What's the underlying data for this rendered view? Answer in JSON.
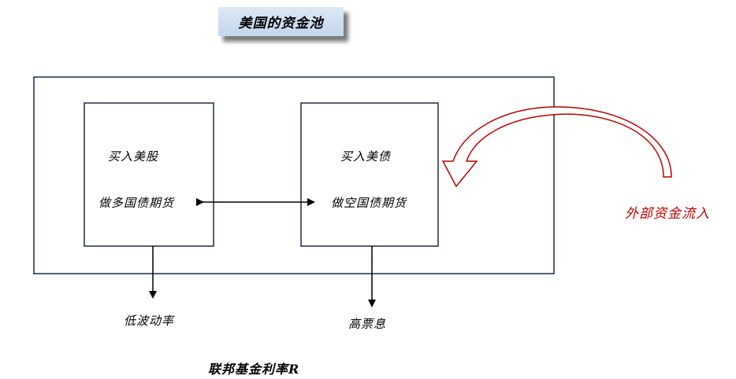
{
  "title": "美国的资金池",
  "left_box": {
    "line1": "买入美股",
    "line2": "做多国债期货"
  },
  "right_box": {
    "line1": "买入美债",
    "line2": "做空国债期货"
  },
  "outputs": {
    "left": "低波动率",
    "right": "高票息"
  },
  "inflow_label": "外部资金流入",
  "bottom_label": "联邦基金利率R",
  "colors": {
    "frame": "#1f2a44",
    "inflow": "#c00000",
    "title_fill": "#c9dbee"
  }
}
